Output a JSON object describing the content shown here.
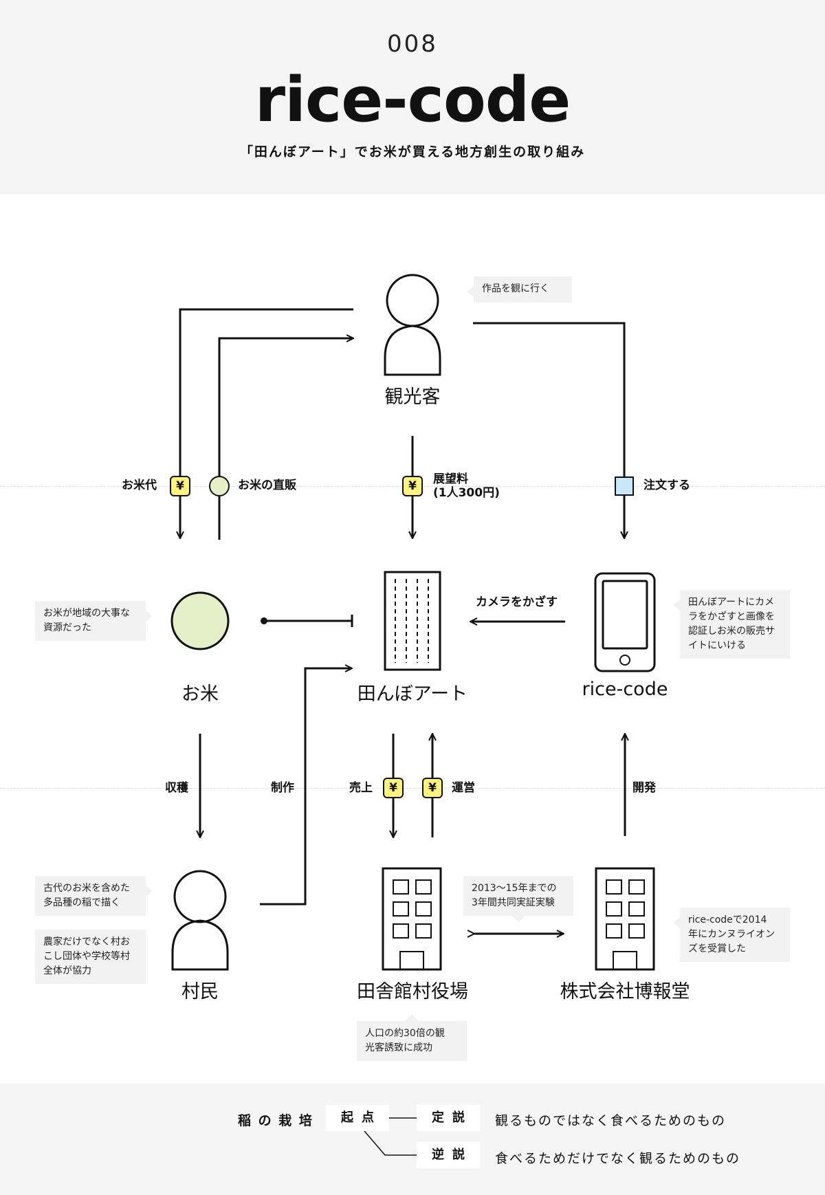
{
  "header": {
    "number": "008",
    "title": "rice-code",
    "subtitle": "「田んぼアート」でお米が買える地方創生の取り組み"
  },
  "nodes": {
    "tourist": "観光客",
    "rice": "お米",
    "rice_field_art": "田んぼアート",
    "rice_code_app": "rice-code",
    "villager": "村民",
    "village_office": "田舎館村役場",
    "hakuhodo": "株式会社博報堂"
  },
  "edges": {
    "rice_payment": "お米代",
    "direct_sale": "お米の直販",
    "viewing_fee": "展望料\n(1人300円)",
    "order": "注文する",
    "camera": "カメラをかざす",
    "harvest": "収穫",
    "production": "制作",
    "sales": "売上",
    "operation": "運営",
    "development": "開発"
  },
  "yen_symbol": "¥",
  "notes": {
    "go_see": "作品を観に行く",
    "rice_resource": "お米が地域の大事な\n資源だった",
    "app_desc": "田んぼアートにカメ\nラをかざすと画像を\n認証しお米の販売サ\nイトにいける",
    "ancient_rice": "古代のお米を含めた\n多品種の稲で描く",
    "cooperation": "農家だけでなく村お\nこし団体や学校等村\n全体が協力",
    "experiment": "2013〜15年までの\n3年間共同実証実験",
    "lions": "rice-codeで2014\n年にカンヌライオン\nズを受賞した",
    "tourists_success": "人口の約30倍の観\n光客誘致に成功"
  },
  "footer": {
    "origin_text": "稲 の 栽 培",
    "origin_box": "起点",
    "theory_box": "定説",
    "reverse_box": "逆説",
    "theory_text": "観るものではなく食べるためのもの",
    "reverse_text": "食べるためだけでなく観るためのもの"
  },
  "colors": {
    "yen_fill": "#fff380",
    "rice_fill": "#e6efc8",
    "order_fill": "#c9e7f6",
    "panel_gray": "#f5f5f5",
    "note_gray": "#f2f2f2"
  }
}
